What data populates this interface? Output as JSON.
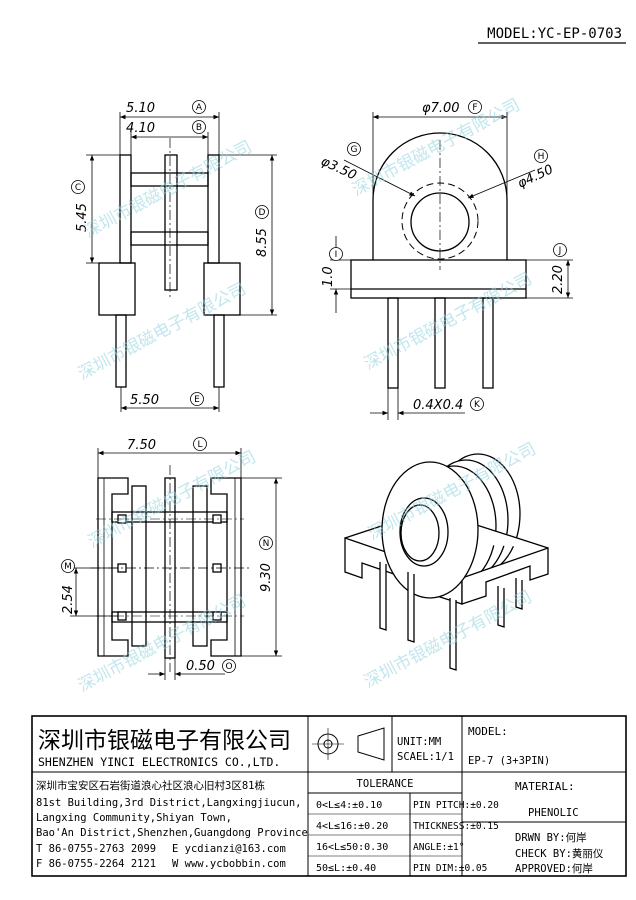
{
  "model": "MODEL:YC-EP-0703",
  "dims": {
    "A": {
      "value": "5.10",
      "code": "A"
    },
    "B": {
      "value": "4.10",
      "code": "B"
    },
    "C": {
      "value": "5.45",
      "code": "C"
    },
    "D": {
      "value": "8.55",
      "code": "D"
    },
    "E": {
      "value": "5.50",
      "code": "E"
    },
    "F": {
      "value": "φ7.00",
      "code": "F"
    },
    "G": {
      "value": "φ3.50",
      "code": "G"
    },
    "H": {
      "value": "φ4.50",
      "code": "H"
    },
    "I": {
      "value": "1.0",
      "code": "I"
    },
    "J": {
      "value": "2.20",
      "code": "J"
    },
    "K": {
      "value": "0.4X0.4",
      "code": "K"
    },
    "L": {
      "value": "7.50",
      "code": "L"
    },
    "M": {
      "value": "2.54",
      "code": "M"
    },
    "N": {
      "value": "9.30",
      "code": "N"
    },
    "O": {
      "value": "0.50",
      "code": "O"
    }
  },
  "watermark": "深圳市银磁电子有限公司",
  "company": {
    "name_cn": "深圳市银磁电子有限公司",
    "name_en": "SHENZHEN YINCI ELECTRONICS CO.,LTD.",
    "address_cn": "深圳市宝安区石岩街道浪心社区浪心旧村3区81栋",
    "address_en": [
      "81st Building,3rd District,Langxingjiucun,",
      "Langxing Community,Shiyan Town,",
      "Bao'An District,Shenzhen,Guangdong Province"
    ],
    "tel": "T 86-0755-2763 2099",
    "email": "E ycdianzi@163.com",
    "fax": "F 86-0755-2264 2121",
    "web": "W www.ycbobbin.com"
  },
  "unit": "UNIT:MM",
  "scale": "SCAEL:1/1",
  "model_label": "MODEL:",
  "model_value": "EP-7 (3+3PIN)",
  "tolerance": {
    "title": "TOLERANCE",
    "rows": [
      {
        "range": "0<L≤4:±0.10",
        "spec": "PIN PITCH:±0.20"
      },
      {
        "range": "4<L≤16:±0.20",
        "spec": "THICKNESS:±0.15"
      },
      {
        "range": "16<L≤50:0.30",
        "spec": "ANGLE:±1°"
      },
      {
        "range": "50≤L:±0.40",
        "spec": "PIN DIM:±0.05"
      }
    ]
  },
  "material": {
    "label": "MATERIAL:",
    "value": "PHENOLIC"
  },
  "drawn_by": "DRWN BY:何岸",
  "check_by": "CHECK BY:黄丽仪",
  "approved": "APPROVED:何岸"
}
